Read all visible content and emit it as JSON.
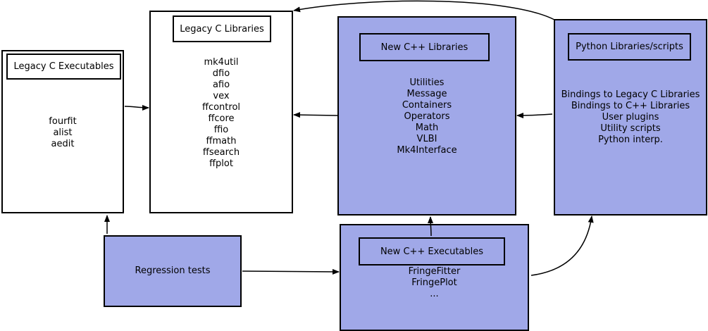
{
  "legacy_exec": {
    "title": "Legacy C Executables",
    "items": [
      "fourfit",
      "alist",
      "aedit"
    ]
  },
  "legacy_libs": {
    "title": "Legacy C Libraries",
    "items": [
      "mk4util",
      "dfio",
      "afio",
      "vex",
      "ffcontrol",
      "ffcore",
      "ffio",
      "ffmath",
      "ffsearch",
      "ffplot"
    ]
  },
  "new_cpp_libs": {
    "title": "New C++ Libraries",
    "items": [
      "Utilities",
      "Message",
      "Containers",
      "Operators",
      "Math",
      "VLBI",
      "Mk4Interface"
    ]
  },
  "python_libs": {
    "title": "Python Libraries/scripts",
    "items": [
      "Bindings to Legacy C Libraries",
      "Bindings to C++ Libraries",
      "User plugins",
      "Utility scripts",
      "Python interp."
    ]
  },
  "regression": {
    "label": "Regression tests"
  },
  "new_cpp_exec": {
    "title": "New C++ Executables",
    "items": [
      "FringeFitter",
      "FringePlot",
      "..."
    ]
  },
  "colors": {
    "box_fill_blue": "#a0a8e8",
    "box_fill_white": "#ffffff",
    "stroke": "#000000"
  }
}
